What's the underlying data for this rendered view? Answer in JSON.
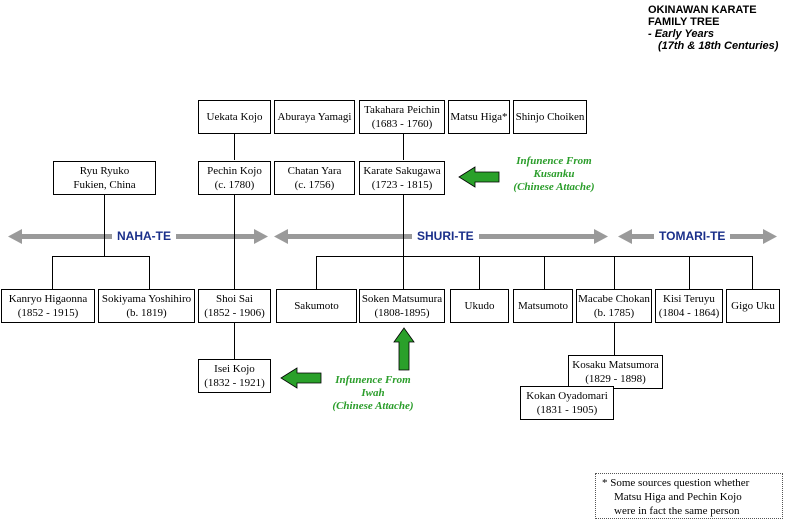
{
  "title": {
    "line1": "OKINAWAN KARATE",
    "line2": "FAMILY TREE",
    "line3": "- Early Years",
    "line4": "(17th & 18th Centuries)"
  },
  "styles": {
    "naha": "NAHA-TE",
    "shuri": "SHURI-TE",
    "tomari": "TOMARI-TE"
  },
  "people": {
    "uekata_kojo": {
      "name": "Uekata Kojo"
    },
    "aburaya_yamagi": {
      "name": "Aburaya Yamagi"
    },
    "takahara_peichin": {
      "name": "Takahara Peichin",
      "dates": "(1683 - 1760)"
    },
    "matsu_higa": {
      "name": "Matsu Higa*"
    },
    "shinjo_choiken": {
      "name": "Shinjo Choiken"
    },
    "ryu_ryuko": {
      "name": "Ryu Ryuko",
      "dates": "Fukien, China"
    },
    "pechin_kojo": {
      "name": "Pechin Kojo",
      "dates": "(c. 1780)"
    },
    "chatan_yara": {
      "name": "Chatan Yara",
      "dates": "(c. 1756)"
    },
    "karate_sakugawa": {
      "name": "Karate Sakugawa",
      "dates": "(1723 - 1815)"
    },
    "kanryo_higaonna": {
      "name": "Kanryo Higaonna",
      "dates": "(1852 - 1915)"
    },
    "sokiyama_yoshihiro": {
      "name": "Sokiyama Yoshihiro",
      "dates": "(b. 1819)"
    },
    "shoi_sai": {
      "name": "Shoi Sai",
      "dates": "(1852 - 1906)"
    },
    "sakumoto": {
      "name": "Sakumoto"
    },
    "soken_matsumura": {
      "name": "Soken Matsumura",
      "dates": "(1808-1895)"
    },
    "ukudo": {
      "name": "Ukudo"
    },
    "matsumoto": {
      "name": "Matsumoto"
    },
    "macabe_chokan": {
      "name": "Macabe Chokan",
      "dates": "(b. 1785)"
    },
    "kisi_teruyu": {
      "name": "Kisi Teruyu",
      "dates": "(1804 - 1864)"
    },
    "gigo_uku": {
      "name": "Gigo Uku"
    },
    "isei_kojo": {
      "name": "Isei Kojo",
      "dates": "(1832 - 1921)"
    },
    "kosaku_matsumora": {
      "name": "Kosaku Matsumora",
      "dates": "(1829 - 1898)"
    },
    "kokan_oyadomari": {
      "name": "Kokan Oyadomari",
      "dates": "(1831 - 1905)"
    }
  },
  "influences": {
    "kusanku": {
      "line1": "Infunence From",
      "line2": "Kusanku",
      "line3": "(Chinese Attache)"
    },
    "iwah": {
      "line1": "Infunence From",
      "line2": "Iwah",
      "line3": "(Chinese Attache)"
    }
  },
  "footnote": {
    "line1": "* Some sources question whether",
    "line2": "Matsu Higa and Pechin Kojo",
    "line3": "were in fact the same person"
  },
  "colors": {
    "style_label": "#1a2f8a",
    "influence": "#2a9d2a",
    "band_arrow": "#9a9a9a"
  }
}
